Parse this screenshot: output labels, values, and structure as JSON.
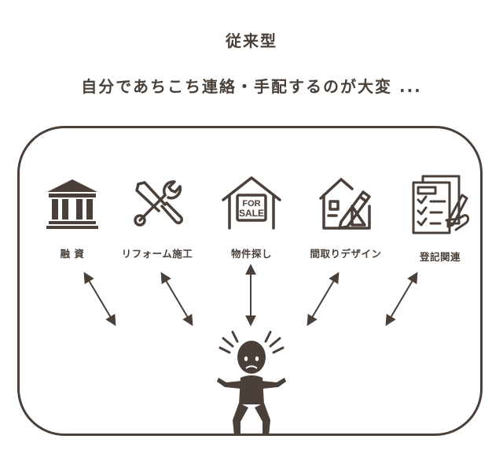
{
  "title": "従来型",
  "subtitle": "自分であちこち連絡・手配するのが大変 ...",
  "colors": {
    "ink": "#4a4039",
    "background": "#ffffff"
  },
  "items": [
    {
      "icon": "bank-icon",
      "label": "融 資"
    },
    {
      "icon": "tools-icon",
      "label": "リフォーム施工"
    },
    {
      "icon": "for-sale-house-icon",
      "label": "物件探し",
      "sign_line1": "FOR",
      "sign_line2": "SALE"
    },
    {
      "icon": "house-blueprint-icon",
      "label": "間取りデザイン"
    },
    {
      "icon": "registration-document-icon",
      "label": "登記関連"
    }
  ],
  "center_figure": "stressed-person-icon"
}
